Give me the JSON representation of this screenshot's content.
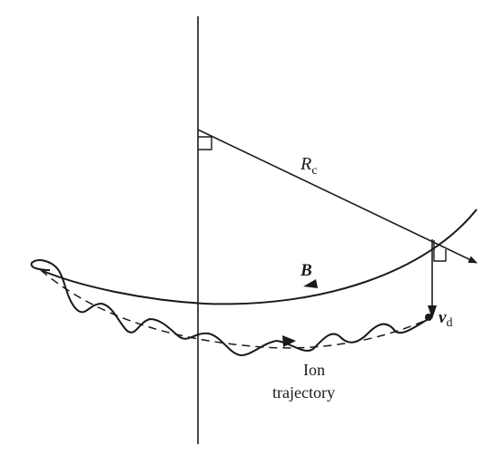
{
  "labels": {
    "rc_main": "R",
    "rc_sub": "c",
    "b_field": "B",
    "vd_main": "v",
    "vd_sub": "d",
    "ion_line1": "Ion",
    "ion_line2": "trajectory"
  },
  "colors": {
    "ink": "#1a1a1a",
    "background": "#ffffff"
  }
}
